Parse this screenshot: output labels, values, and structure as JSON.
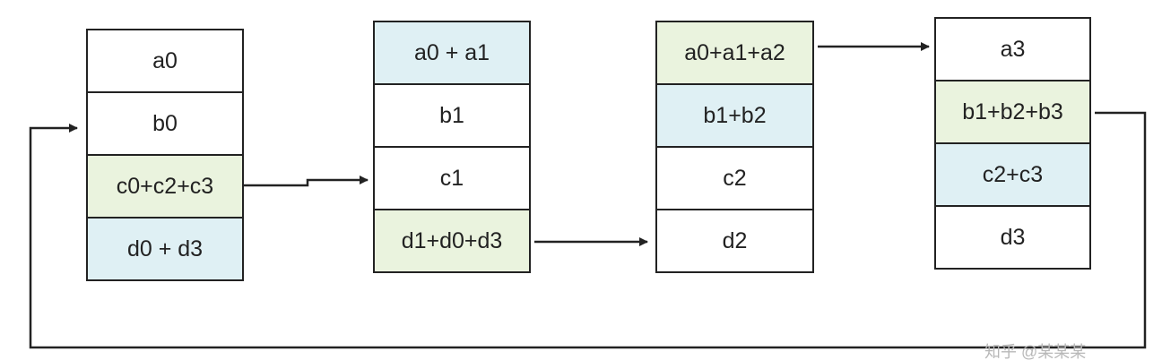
{
  "colors": {
    "white": "#ffffff",
    "green": "#eaf3de",
    "blue": "#dff0f4",
    "border": "#222222",
    "arrow": "#222222"
  },
  "blocks": [
    {
      "cells": [
        {
          "label": "a0",
          "fill": "white"
        },
        {
          "label": "b0",
          "fill": "white"
        },
        {
          "label": "c0+c2+c3",
          "fill": "green"
        },
        {
          "label": "d0 + d3",
          "fill": "blue"
        }
      ]
    },
    {
      "cells": [
        {
          "label": "a0 + a1",
          "fill": "blue"
        },
        {
          "label": "b1",
          "fill": "white"
        },
        {
          "label": "c1",
          "fill": "white"
        },
        {
          "label": "d1+d0+d3",
          "fill": "green"
        }
      ]
    },
    {
      "cells": [
        {
          "label": "a0+a1+a2",
          "fill": "green"
        },
        {
          "label": "b1+b2",
          "fill": "blue"
        },
        {
          "label": "c2",
          "fill": "white"
        },
        {
          "label": "d2",
          "fill": "white"
        }
      ]
    },
    {
      "cells": [
        {
          "label": "a3",
          "fill": "white"
        },
        {
          "label": "b1+b2+b3",
          "fill": "green"
        },
        {
          "label": "c2+c3",
          "fill": "blue"
        },
        {
          "label": "d3",
          "fill": "white"
        }
      ]
    }
  ],
  "watermark": "知乎 @某某某"
}
